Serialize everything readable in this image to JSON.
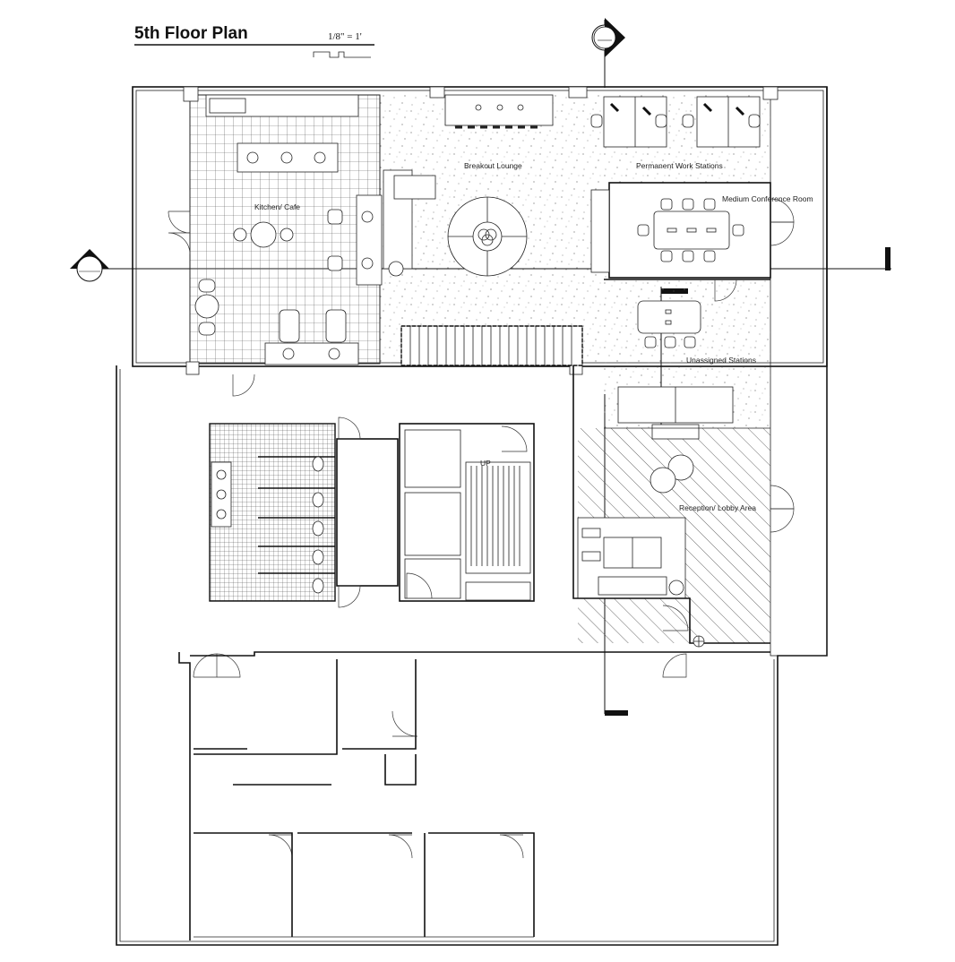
{
  "title": "5th Floor Plan",
  "scale_label": "1/8\" = 1'",
  "rooms": {
    "kitchen": "Kitchen/ Cafe",
    "breakout": "Breakout Lounge",
    "permanent": "Permanent Work Stations",
    "conference": "Medium Conference Room",
    "unassigned": "Unassigned Stations",
    "reception": "Reception/ Lobby Area"
  },
  "stair_label": "UP",
  "colors": {
    "line": "#111111",
    "background": "#ffffff"
  },
  "icons": [
    "section-marker-icon",
    "north-arrow-icon",
    "stair-icon",
    "door-swing-icon",
    "toilet-icon",
    "sink-icon"
  ]
}
